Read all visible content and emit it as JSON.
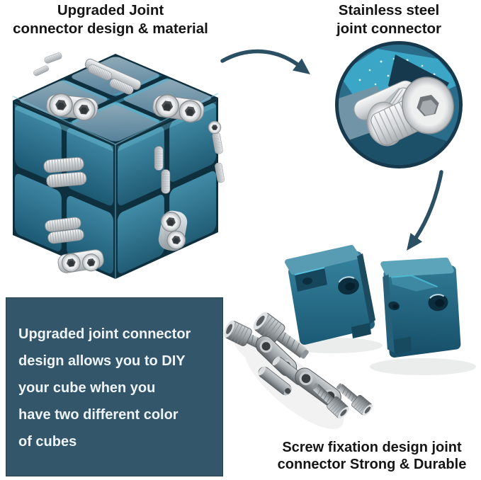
{
  "headings": {
    "top_left": {
      "lines": [
        "Upgraded Joint",
        "connector design & material"
      ]
    },
    "top_right": {
      "lines": [
        "Stainless steel",
        "joint connector"
      ]
    }
  },
  "panel": {
    "lines": [
      "Upgraded joint connector",
      "design allows you to DIY",
      "your cube when you",
      "have two different color",
      "of cubes"
    ],
    "bg_color": "#33566a",
    "text_color": "#eef3f5"
  },
  "caption": {
    "lines": [
      "Screw fixation design joint",
      "connector Strong & Durable"
    ]
  },
  "illustrations": {
    "infinity_cube": "blue metal infinity fidget cube",
    "joint_closeup": "stainless steel joint connector close-up",
    "parts": "two blue cube blocks with screws, barrels and connector plates"
  },
  "colors": {
    "arrow": "#2b5063",
    "circle_border": "#17394d",
    "heading_text": "#151515",
    "cube_blue": "#2e7a97",
    "cube_blue_dark": "#1d5a74",
    "cube_top": "#7f9dac",
    "steel_bright": "#e9ebec",
    "steel_gunmetal": "#8f9498",
    "seam": "#0e2f3e"
  }
}
